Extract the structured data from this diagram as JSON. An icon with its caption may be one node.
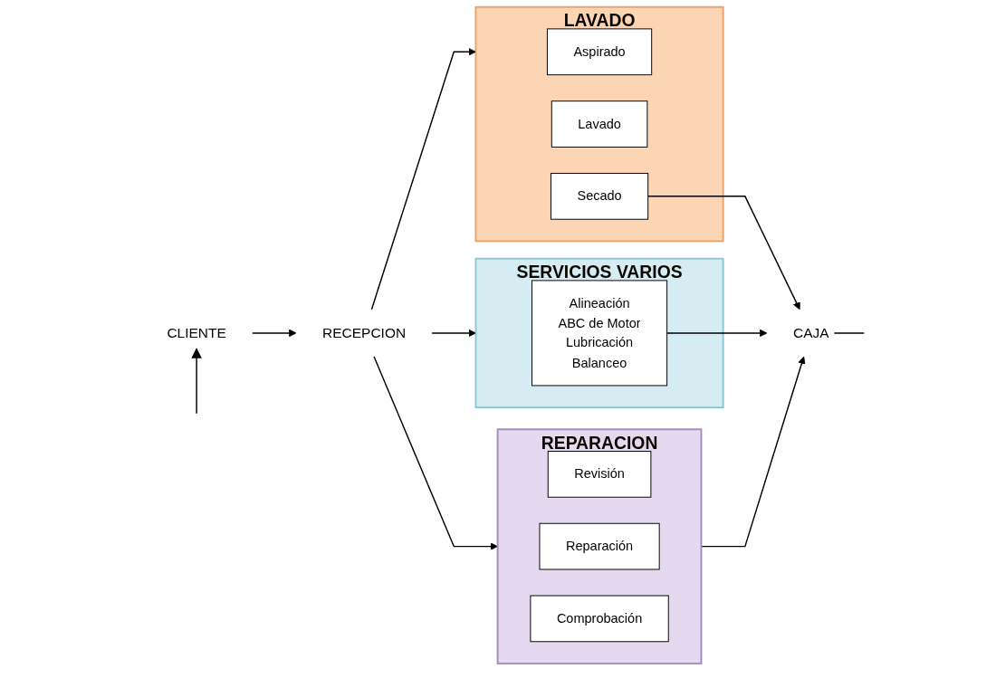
{
  "diagram": {
    "nodes": [
      {
        "text": [
          "CLIENTE"
        ]
      },
      {
        "text": [
          "RECEPCION"
        ]
      },
      {
        "text": [
          "LAVADO"
        ]
      },
      {
        "text": [
          "Aspirado"
        ],
        "in": 2
      },
      {
        "text": [
          "Lavado"
        ],
        "in": 2
      },
      {
        "text": [
          "Secado"
        ],
        "in": 2
      },
      {
        "text": [
          "REPARACION"
        ]
      },
      {
        "text": [
          "Revisión"
        ],
        "in": 6
      },
      {
        "text": [
          "Reparación"
        ],
        "in": 6
      },
      {
        "text": [
          "Comprobación"
        ],
        "in": 6
      },
      {
        "text": [
          "SERVICIOS VARIOS"
        ]
      },
      {
        "text": [
          "Alineación",
          "ABC de Motor",
          "Lubricación",
          "Balanceo"
        ],
        "in": 10
      },
      {
        "text": [
          "CAJA"
        ]
      }
    ],
    "edges": [
      {
        "from": 0,
        "to": 1,
        "arrow": "to"
      },
      {
        "from": 1,
        "to": 2,
        "arrow": "to"
      },
      {
        "from": 1,
        "to": 6,
        "arrow": "to"
      },
      {
        "from": 1,
        "to": 10,
        "arrow": "to"
      },
      {
        "from": 5,
        "to": 12,
        "arrow": "to"
      },
      {
        "from": 6,
        "to": 12,
        "arrow": "to"
      },
      {
        "from": 11,
        "to": 12,
        "arrow": "to"
      },
      {
        "from": 12,
        "to": null,
        "arrow": "none"
      },
      {
        "from": null,
        "to": 0,
        "arrow": "to"
      }
    ]
  }
}
